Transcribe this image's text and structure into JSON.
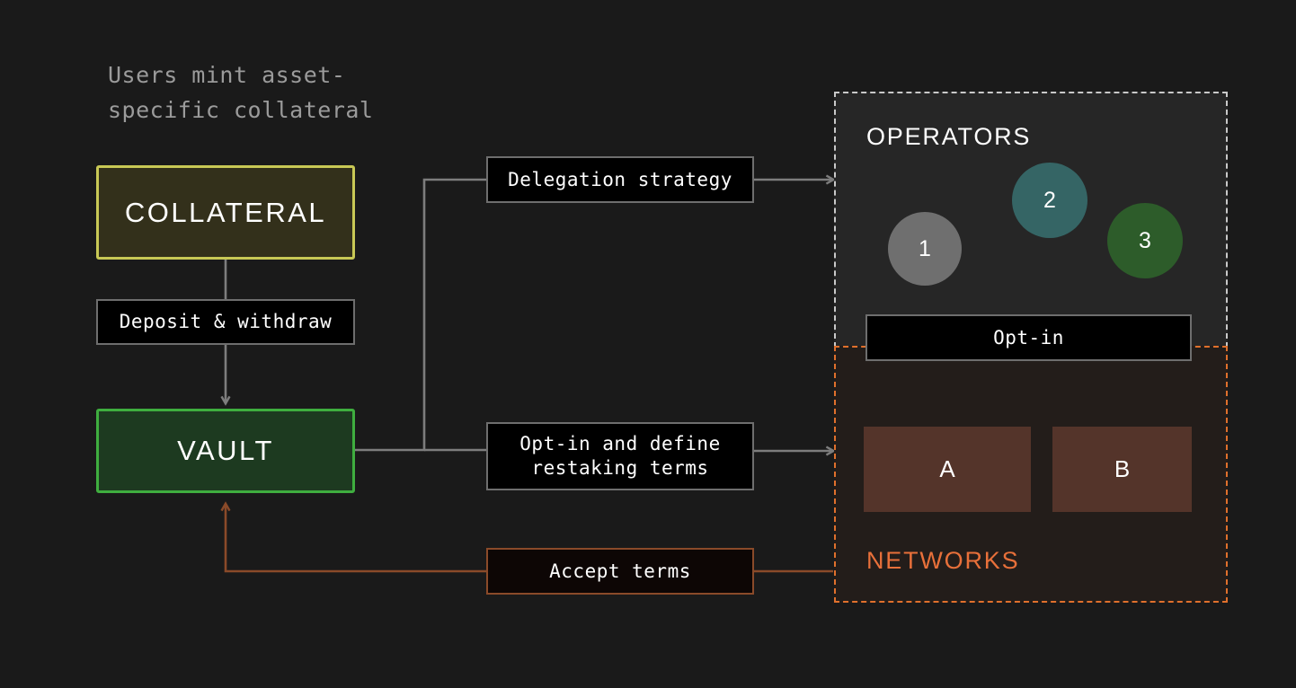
{
  "caption": {
    "text": "Users mint asset-\nspecific collateral"
  },
  "nodes": {
    "collateral": {
      "label": "COLLATERAL",
      "border_color": "#c8c855",
      "fill_color": "#33301b"
    },
    "vault": {
      "label": "VAULT",
      "border_color": "#3fae3f",
      "fill_color": "#1d3a20"
    },
    "deposit_withdraw": {
      "label": "Deposit & withdraw"
    },
    "delegation_strategy": {
      "label": "Delegation strategy"
    },
    "optin_define_terms": {
      "label": "Opt-in and define\nrestaking terms"
    },
    "accept_terms": {
      "label": "Accept terms",
      "border_color": "#8a4a29"
    },
    "optin": {
      "label": "Opt-in"
    }
  },
  "operators_panel": {
    "title": "OPERATORS",
    "border_color": "#c9c9c9",
    "fill_color": "#262626",
    "operators": [
      {
        "label": "1",
        "color": "#6f6f6f"
      },
      {
        "label": "2",
        "color": "#356565"
      },
      {
        "label": "3",
        "color": "#2d5c2a"
      }
    ]
  },
  "networks_panel": {
    "title": "NETWORKS",
    "border_color": "#e0702c",
    "title_color": "#e8703a",
    "fill_color": "#231d1a",
    "networks": [
      {
        "label": "A",
        "color": "#54342a"
      },
      {
        "label": "B",
        "color": "#54342a"
      }
    ]
  },
  "connectors": {
    "gray_color": "#7d7d7d",
    "orange_color": "#8a4a29",
    "teal_color": "#3d7d77",
    "green_color": "#3a8f3a"
  }
}
